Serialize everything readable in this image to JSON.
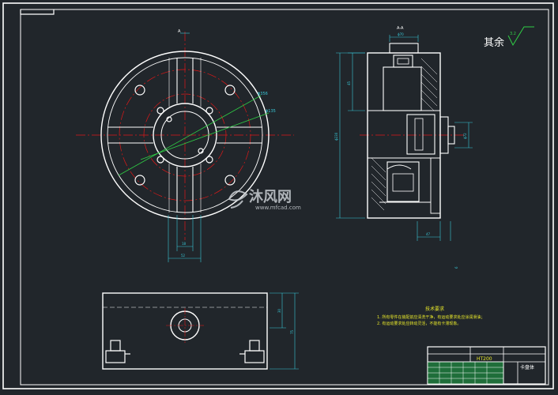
{
  "colors": {
    "background": "#21262b",
    "frame": "#ffffff",
    "geometry": "#ffffff",
    "centerline": "#e01818",
    "dimension": "#38c8d8",
    "leader": "#2fcf45",
    "note_text": "#e8e82a",
    "titleblock_fill": "#1f6e3a",
    "watermark": "#c9ced3"
  },
  "labels": {
    "section_mark": "A",
    "section_view_title": "A-A",
    "roughness_note": "其余",
    "roughness_value": "3.2"
  },
  "dimensions": {
    "bolt_circle": "ϕ356",
    "inner_circle": "ϕ135",
    "slot_width": "18",
    "slot_total": "52",
    "section_top": "ϕ70",
    "height_upper": "45",
    "overall_height": "ϕ230",
    "bore": "ϕ72",
    "base_left": "47",
    "base_right": "6",
    "front_height": "30",
    "front_total": "75"
  },
  "notes": {
    "title": "技术要求",
    "lines": [
      "1. 所有零件在装配前应清洗干净，有运动要求处应涂润滑油；",
      "2. 有运动要求处应转动灵活，不能有卡滞现象。"
    ]
  },
  "title_block": {
    "material": "HT200",
    "part_name": "卡盘体"
  },
  "watermark": {
    "brand": "沐风网",
    "url": "www.mfcad.com"
  }
}
